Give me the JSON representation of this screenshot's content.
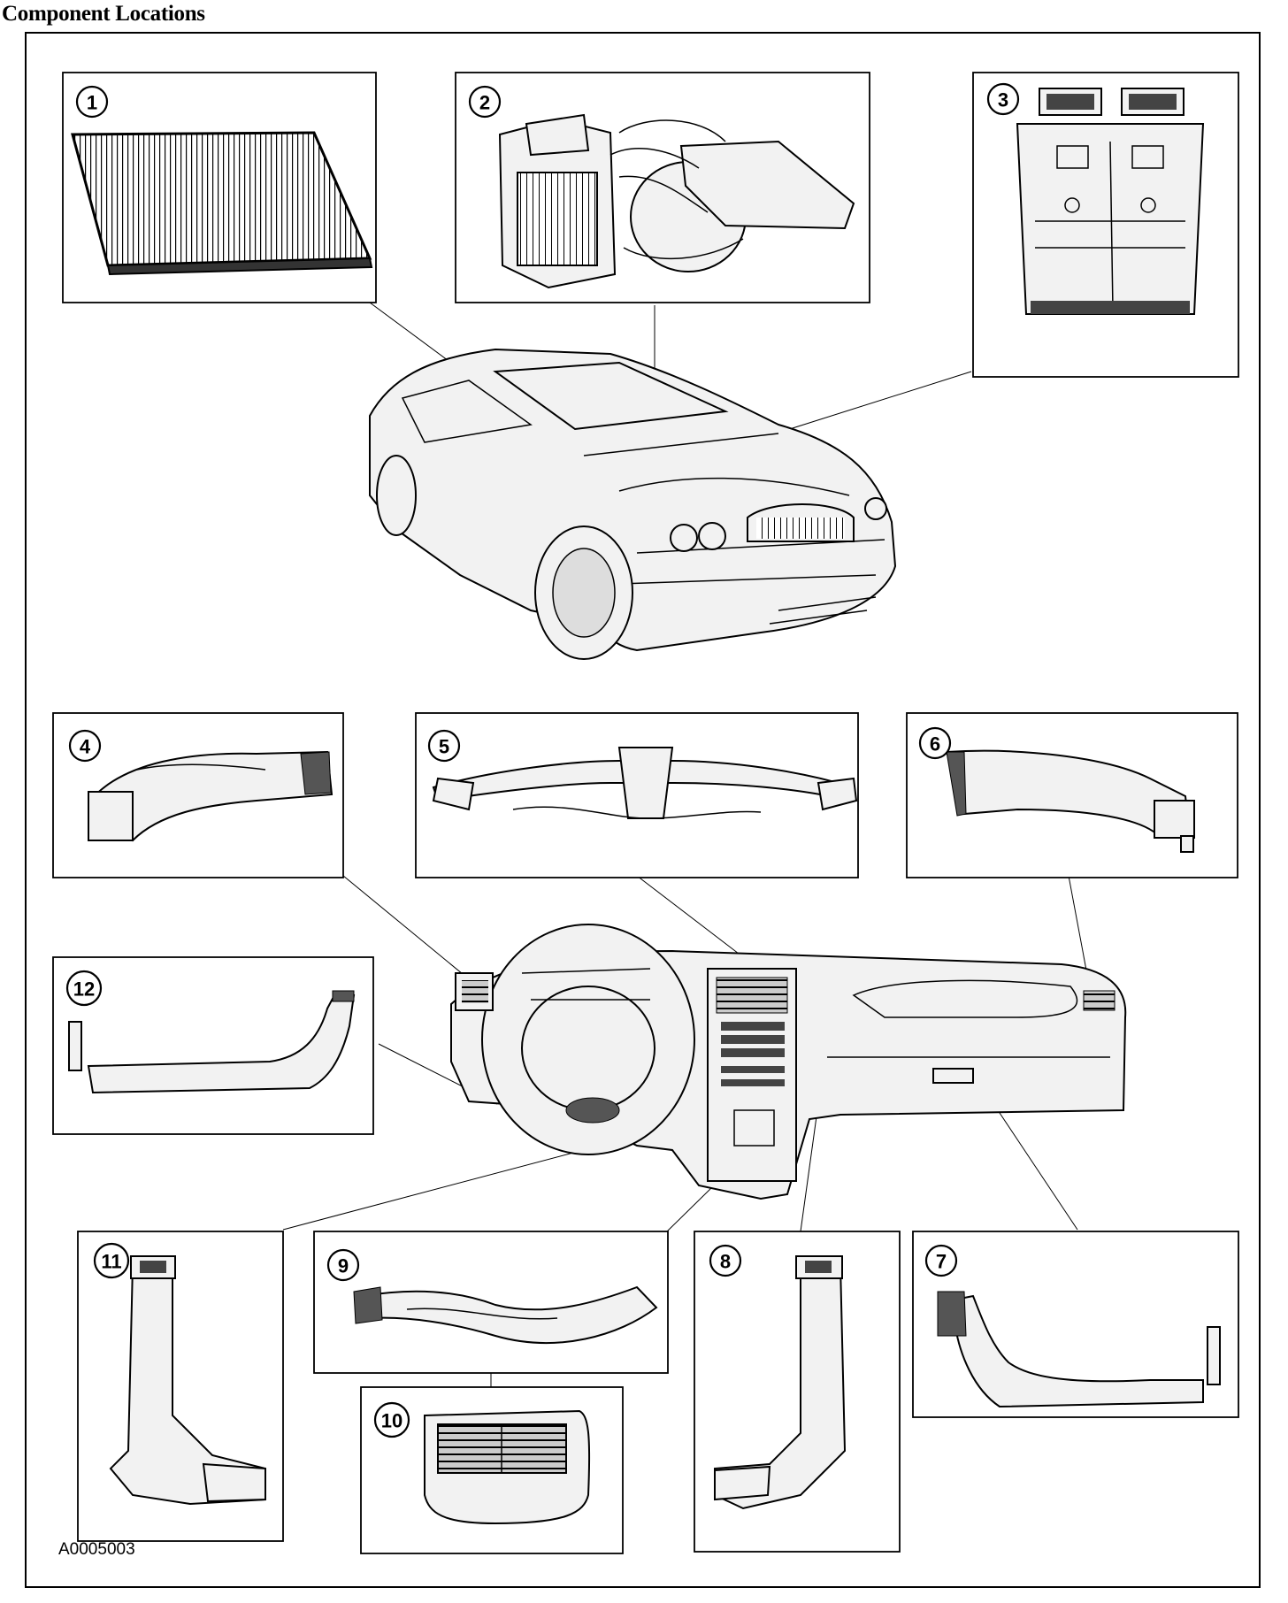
{
  "title": "Component Locations",
  "figure_id": "A0005003",
  "callouts": [
    "1",
    "2",
    "3",
    "4",
    "5",
    "6",
    "7",
    "8",
    "9",
    "10",
    "11",
    "12"
  ]
}
